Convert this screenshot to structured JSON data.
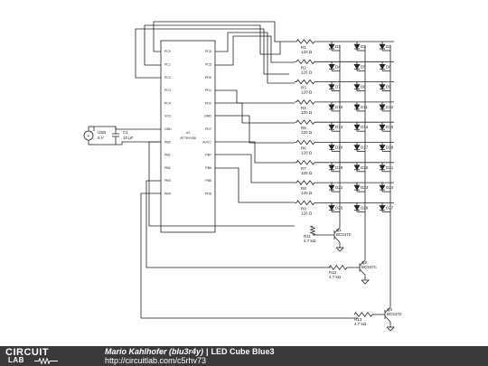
{
  "mcu": {
    "designator": "U1",
    "part": "ATTINY88",
    "left_pins": [
      "PC0",
      "PC1",
      "PC2",
      "PC3",
      "PC4",
      "VCC",
      "GND",
      "PB0",
      "PB1",
      "PB2",
      "PB3",
      "PB4"
    ],
    "right_pins": [
      "PC6",
      "PC5",
      "PD0",
      "PD1",
      "PD2",
      "GND",
      "PD7",
      "AVCC",
      "PB7",
      "PB6",
      "PB5",
      "PD6"
    ]
  },
  "source": {
    "name": "USB",
    "value": "5 V"
  },
  "capacitor": {
    "name": "C1",
    "value": "10 µF"
  },
  "resistors": [
    {
      "name": "R1",
      "value": "120 Ω"
    },
    {
      "name": "R2",
      "value": "120 Ω"
    },
    {
      "name": "R3",
      "value": "120 Ω"
    },
    {
      "name": "R4",
      "value": "120 Ω"
    },
    {
      "name": "R5",
      "value": "120 Ω"
    },
    {
      "name": "R6",
      "value": "120 Ω"
    },
    {
      "name": "R7",
      "value": "120 Ω"
    },
    {
      "name": "R8",
      "value": "120 Ω"
    },
    {
      "name": "R9",
      "value": "120 Ω"
    }
  ],
  "leds": [
    [
      "D1",
      "D2",
      "D3"
    ],
    [
      "D4",
      "D5",
      "D6"
    ],
    [
      "D7",
      "D8",
      "D9"
    ],
    [
      "D10",
      "D11",
      "D12"
    ],
    [
      "D13",
      "D14",
      "D15"
    ],
    [
      "D16",
      "D17",
      "D18"
    ],
    [
      "D19",
      "D20",
      "D21"
    ],
    [
      "D22",
      "D23",
      "D24"
    ],
    [
      "D25",
      "D26",
      "D27"
    ]
  ],
  "base_resistors": [
    {
      "name": "R11",
      "value": "4.7 kΩ"
    },
    {
      "name": "R12",
      "value": "4.7 kΩ"
    },
    {
      "name": "R13",
      "value": "4.7 kΩ"
    }
  ],
  "transistors": [
    {
      "name": "Q1",
      "part": "BC547C"
    },
    {
      "name": "Q2",
      "part": "BC547C"
    },
    {
      "name": "Q3",
      "part": "BC547C"
    }
  ],
  "footer": {
    "logo_top": "CIRCUIT",
    "logo_bottom": "LAB",
    "author": "Mario Kahlhofer (blu3r4y)",
    "separator": "|",
    "project": "LED Cube Blue3",
    "url": "http://circuitlab.com/c5rhv73"
  }
}
